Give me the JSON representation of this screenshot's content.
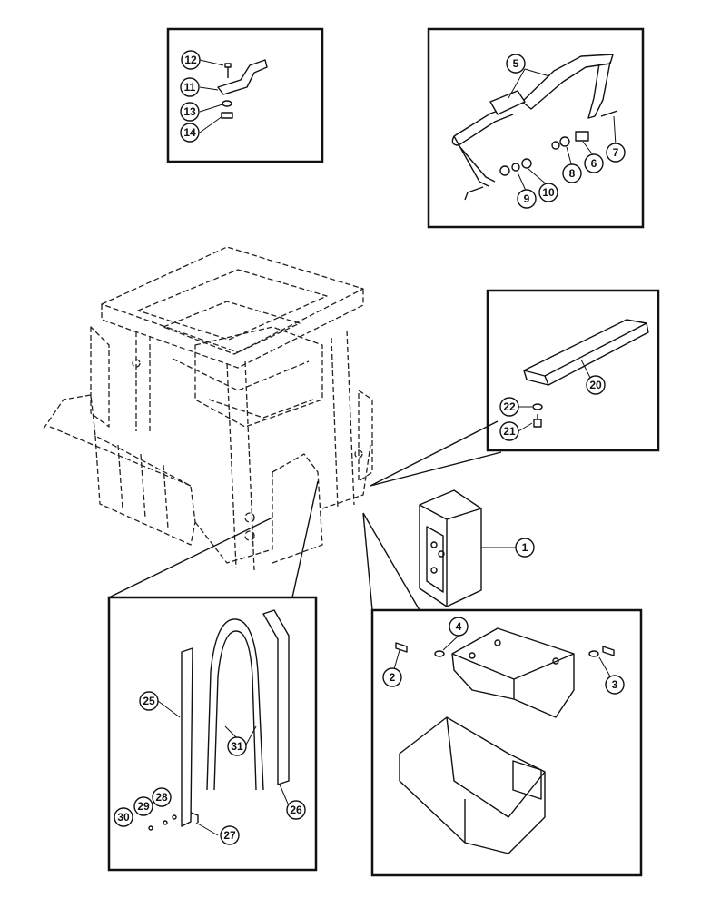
{
  "callouts": {
    "c1": "1",
    "c2": "2",
    "c3": "3",
    "c4": "4",
    "c5": "5",
    "c6": "6",
    "c7": "7",
    "c8": "8",
    "c9": "9",
    "c10": "10",
    "c11": "11",
    "c12": "12",
    "c13": "13",
    "c14": "14",
    "c20": "20",
    "c21": "21",
    "c22": "22",
    "c25": "25",
    "c26": "26",
    "c27": "27",
    "c28": "28",
    "c29": "29",
    "c30": "30",
    "c31": "31"
  }
}
